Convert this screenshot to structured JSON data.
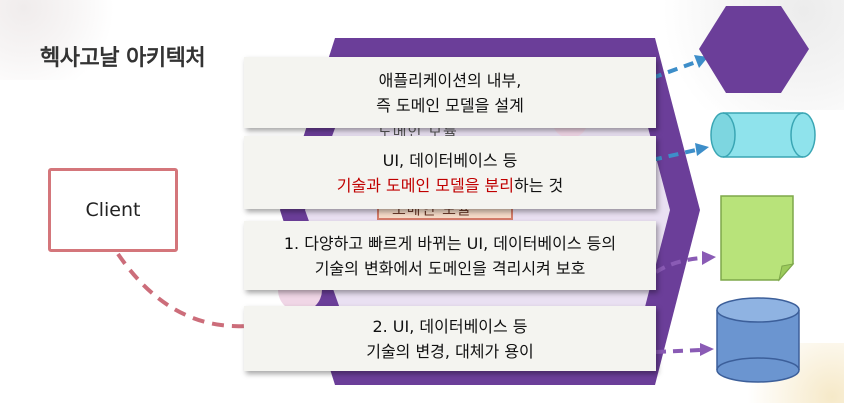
{
  "title": "헥사고날 아키텍처",
  "client_label": "Client",
  "background_labels": {
    "domain_top": "도메인 모듈",
    "domain_mid": "도메인 모듈"
  },
  "notes": [
    {
      "line1": "애플리케이션의 내부,",
      "line2": "즉 도메인 모델을 설계"
    },
    {
      "line1": "UI, 데이터베이스 등",
      "line2_red": "기술과 도메인 모델을 분리",
      "line2_rest": "하는 것"
    },
    {
      "line1": "1. 다양하고 빠르게 바뀌는 UI, 데이터베이스 등의",
      "line2": "기술의 변화에서 도메인을 격리시켜 보호"
    },
    {
      "line1": "2. UI, 데이터베이스 등",
      "line2": "기술의 변경, 대체가 용이"
    }
  ],
  "colors": {
    "hexagon": "#6b3e99",
    "client_border": "#d4767b",
    "arrow_blue": "#3d8ec9",
    "arrow_purple": "#8a5bb5",
    "arrow_pink": "#cc6d7a",
    "cylinder_cyan": "#8fe3ec",
    "note_green": "#b8e37a",
    "cylinder_blue": "#6b95d0"
  },
  "icons": [
    "hexagon-shape",
    "cyan-cylinder",
    "green-document",
    "blue-database"
  ]
}
